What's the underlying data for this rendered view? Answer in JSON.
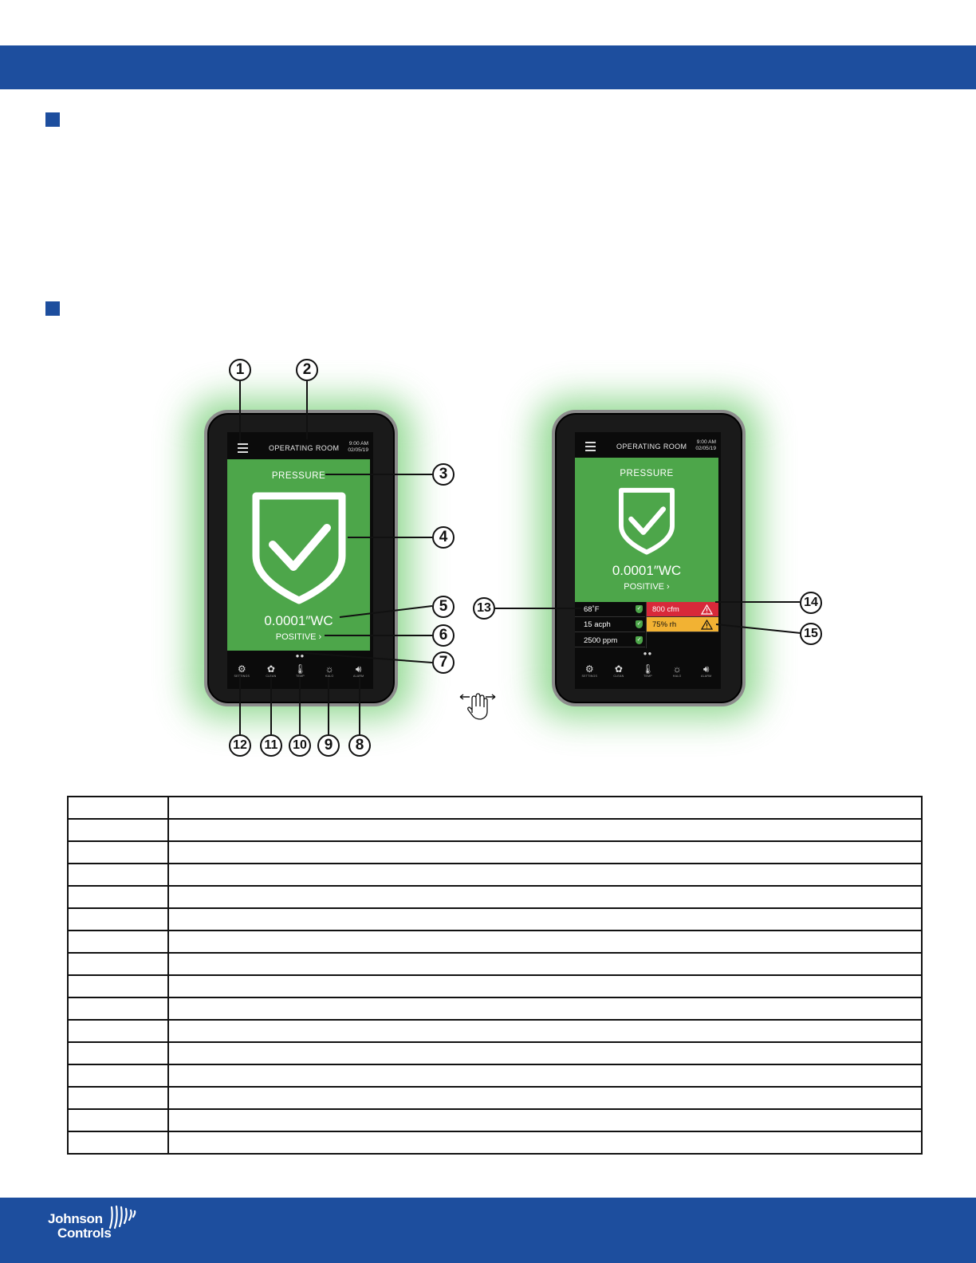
{
  "screens": {
    "room": "OPERATING ROOM",
    "time": "9:00 AM",
    "date": "02/05/19",
    "main_label": "PRESSURE",
    "main_value": "0.0001″WC",
    "main_status": "POSITIVE ›",
    "page_dots": "●●",
    "nav": [
      {
        "label": "SETTINGS",
        "icon": "gear-icon"
      },
      {
        "label": "CLEAN",
        "icon": "fan-icon"
      },
      {
        "label": "TEMP",
        "icon": "thermometer-icon"
      },
      {
        "label": "HALO",
        "icon": "sun-icon"
      },
      {
        "label": "ALARM",
        "icon": "speaker-icon"
      }
    ],
    "secondary_values": [
      {
        "text": "68˚F",
        "status": "ok"
      },
      {
        "text": "15 acph",
        "status": "ok"
      },
      {
        "text": "2500 ppm",
        "status": "ok"
      }
    ],
    "alarm_values": [
      {
        "text": "800 cfm",
        "status": "alarm",
        "color": "#d8293a"
      },
      {
        "text": "75% rh",
        "status": "warning",
        "color": "#f2b233"
      }
    ]
  },
  "callouts": [
    "1",
    "2",
    "3",
    "4",
    "5",
    "6",
    "7",
    "8",
    "9",
    "10",
    "11",
    "12",
    "13",
    "14",
    "15"
  ],
  "colors": {
    "brand": "#1d4e9e",
    "screen_green": "#4da64a",
    "alarm_red": "#d8293a",
    "warning_amber": "#f2b233"
  },
  "legend_table": {
    "rows": 16
  },
  "footer": {
    "logo_line1": "Johnson",
    "logo_line2": "Controls"
  }
}
